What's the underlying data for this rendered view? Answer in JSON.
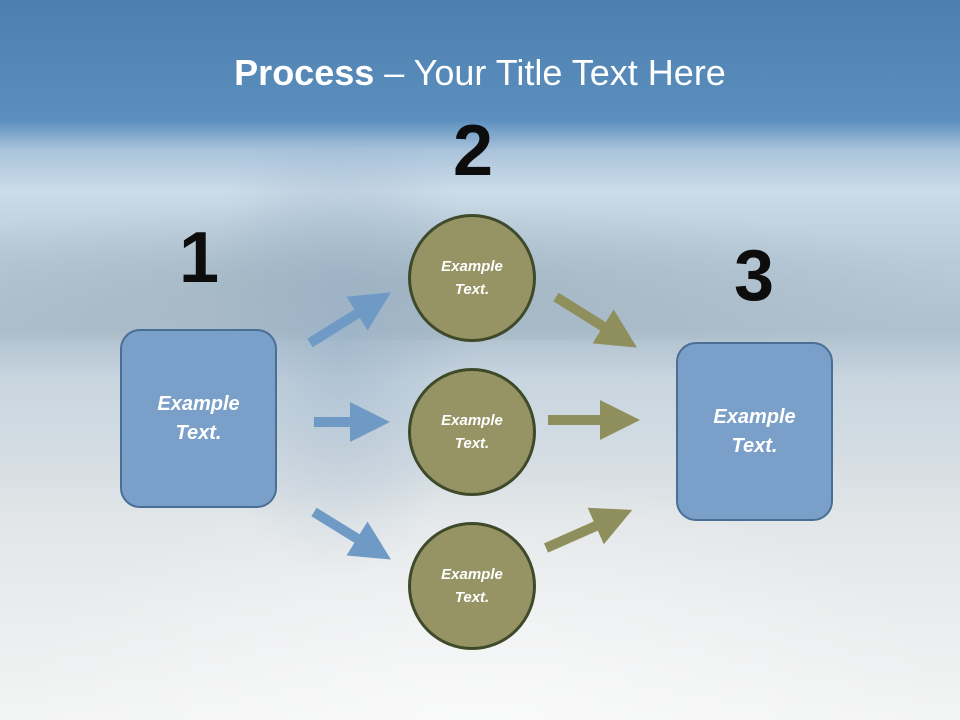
{
  "title": {
    "bold": "Process",
    "rest": " – Your Title Text Here"
  },
  "numbers": [
    "1",
    "2",
    "3"
  ],
  "left_box": {
    "line1": "Example",
    "line2": "Text."
  },
  "circles": [
    {
      "line1": "Example",
      "line2": "Text."
    },
    {
      "line1": "Example",
      "line2": "Text."
    },
    {
      "line1": "Example",
      "line2": "Text."
    }
  ],
  "right_box": {
    "line1": "Example",
    "line2": "Text."
  },
  "colors": {
    "box_fill": "#7aa0c9",
    "circle_fill": "#969464",
    "blue_arrow": "#6f9ac6",
    "olive_arrow": "#8f8f5e"
  }
}
